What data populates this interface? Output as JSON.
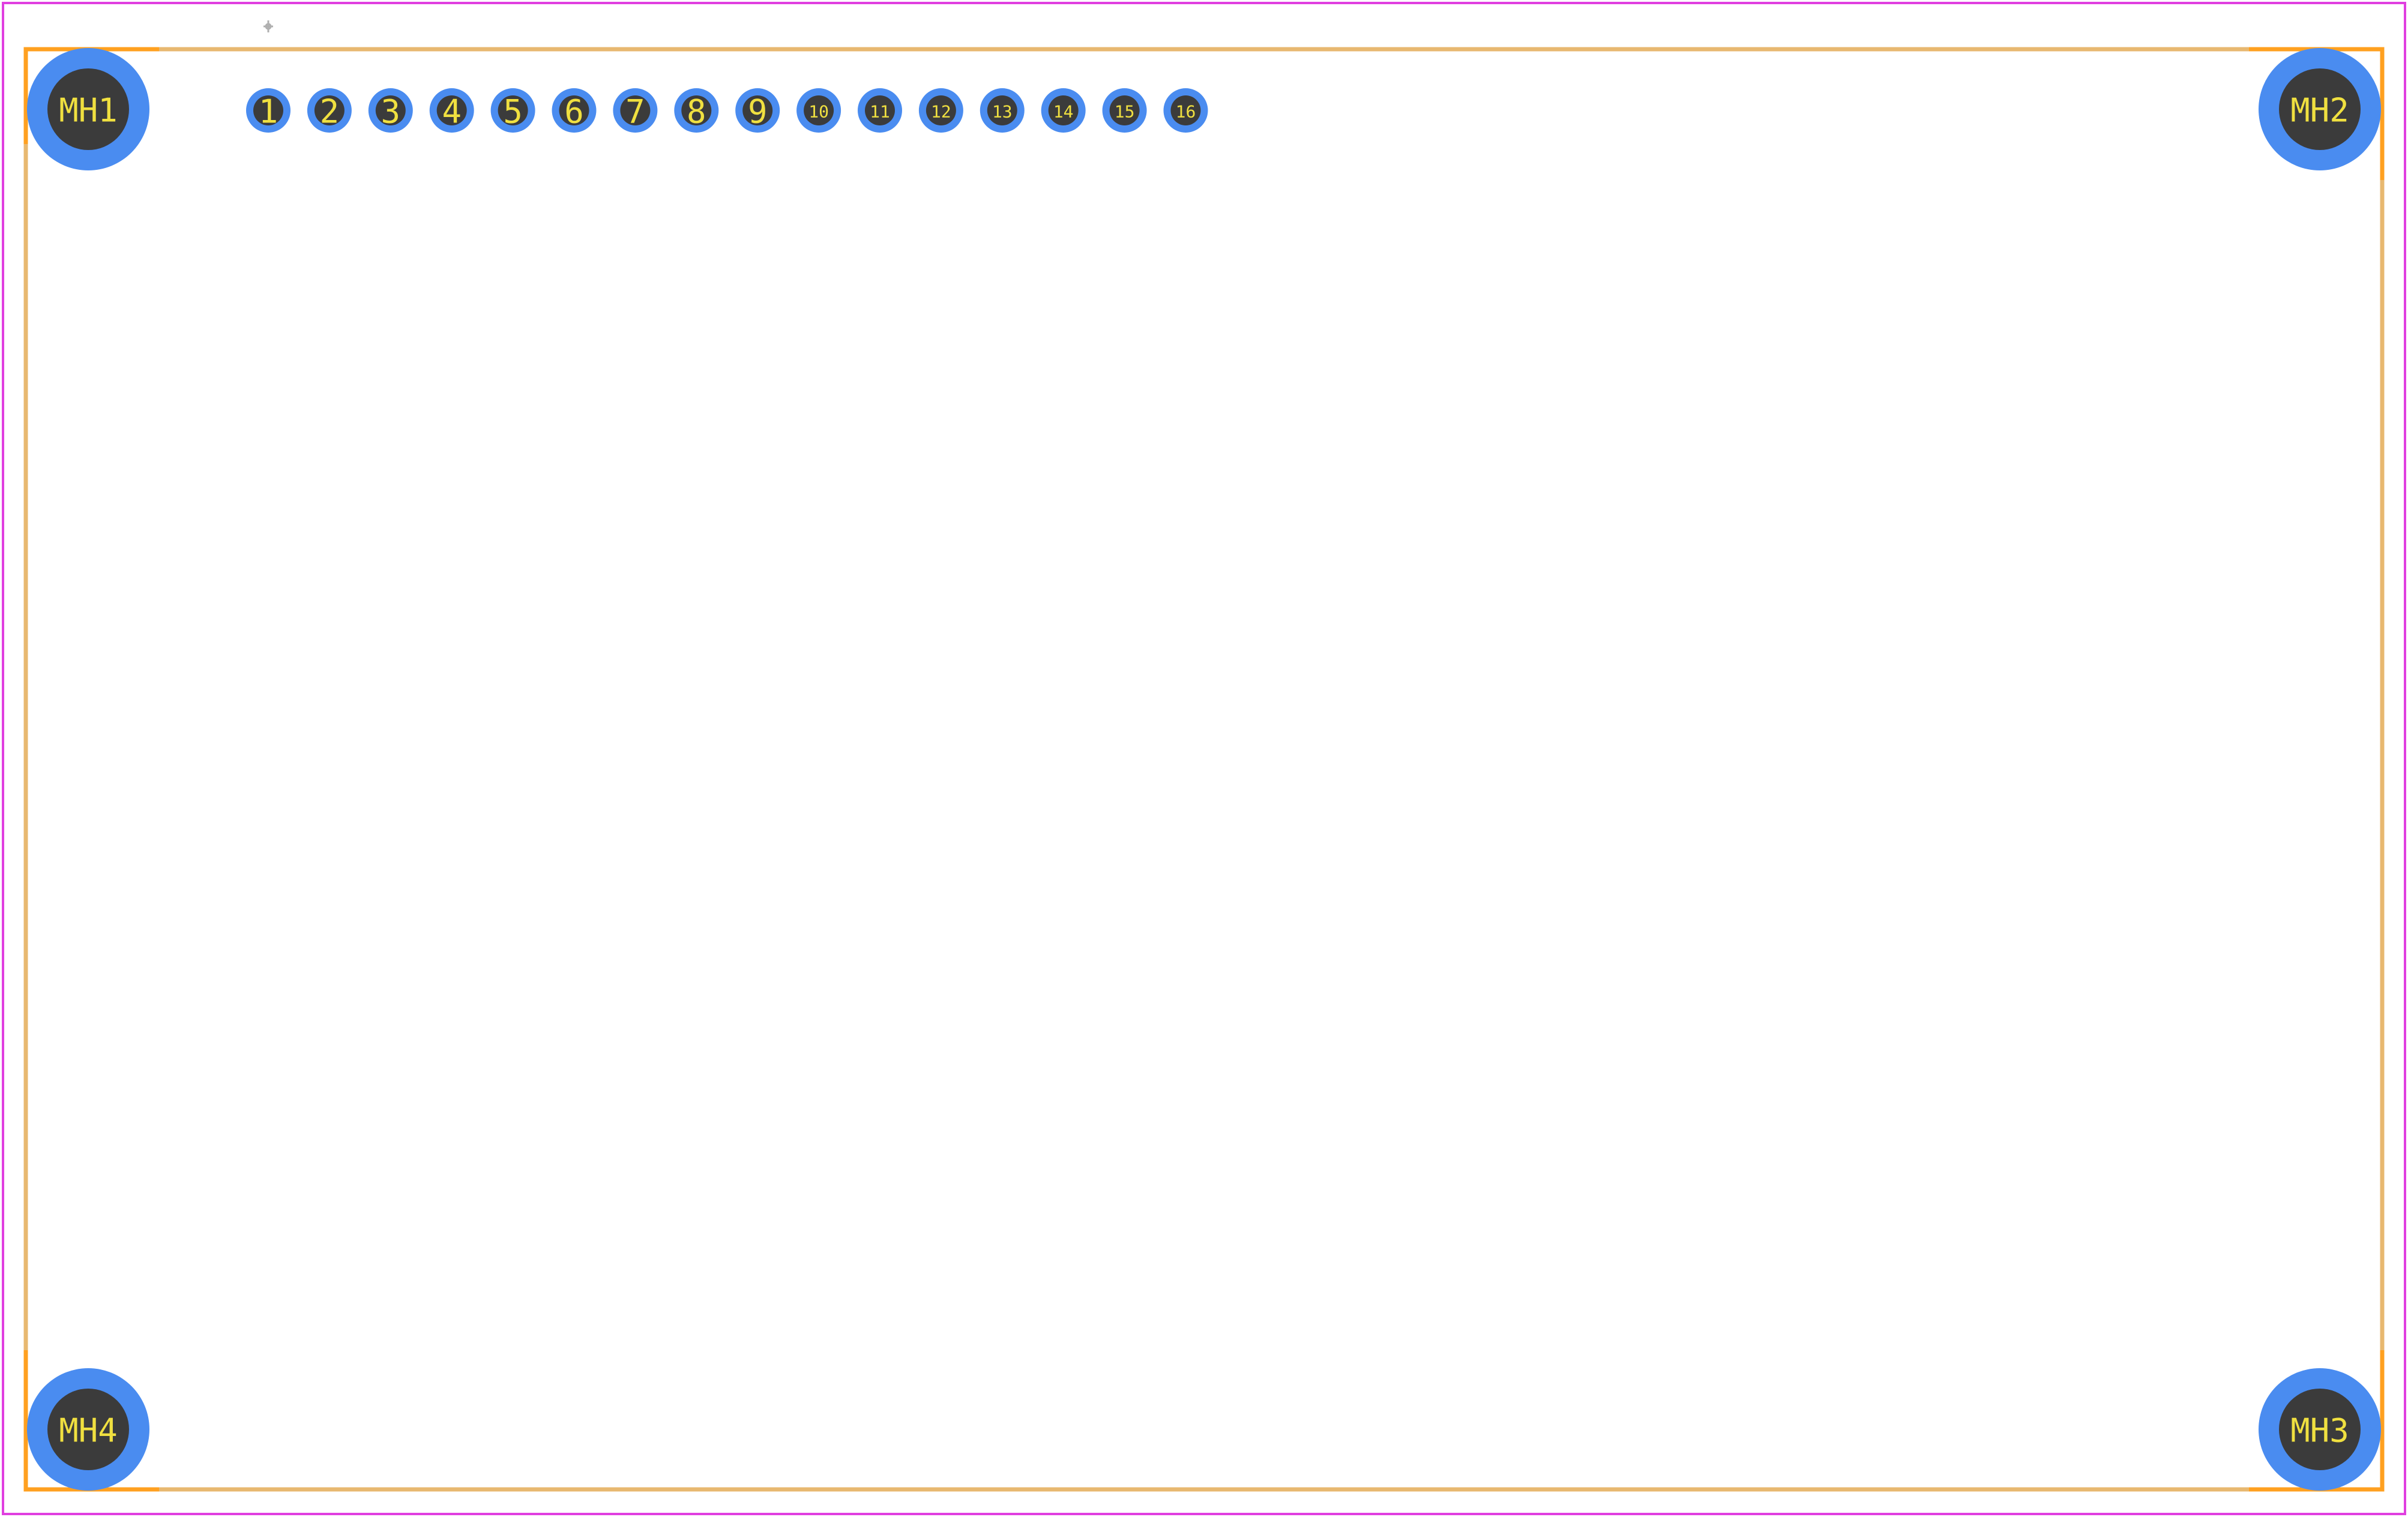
{
  "colors": {
    "background": "#ffffff",
    "courtyard": "#e040e0",
    "silkscreen": "#e8b870",
    "fab_outline": "#ffa020",
    "pad_copper": "#4a8cf0",
    "drill": "#3b3b3b",
    "pad_text": "#f0e040",
    "origin_marker": "#b0b0b0"
  },
  "mounting_holes": [
    {
      "label": "MH1"
    },
    {
      "label": "MH2"
    },
    {
      "label": "MH3"
    },
    {
      "label": "MH4"
    }
  ],
  "pins": [
    {
      "label": "1"
    },
    {
      "label": "2"
    },
    {
      "label": "3"
    },
    {
      "label": "4"
    },
    {
      "label": "5"
    },
    {
      "label": "6"
    },
    {
      "label": "7"
    },
    {
      "label": "8"
    },
    {
      "label": "9"
    },
    {
      "label": "10"
    },
    {
      "label": "11"
    },
    {
      "label": "12"
    },
    {
      "label": "13"
    },
    {
      "label": "14"
    },
    {
      "label": "15"
    },
    {
      "label": "16"
    }
  ]
}
